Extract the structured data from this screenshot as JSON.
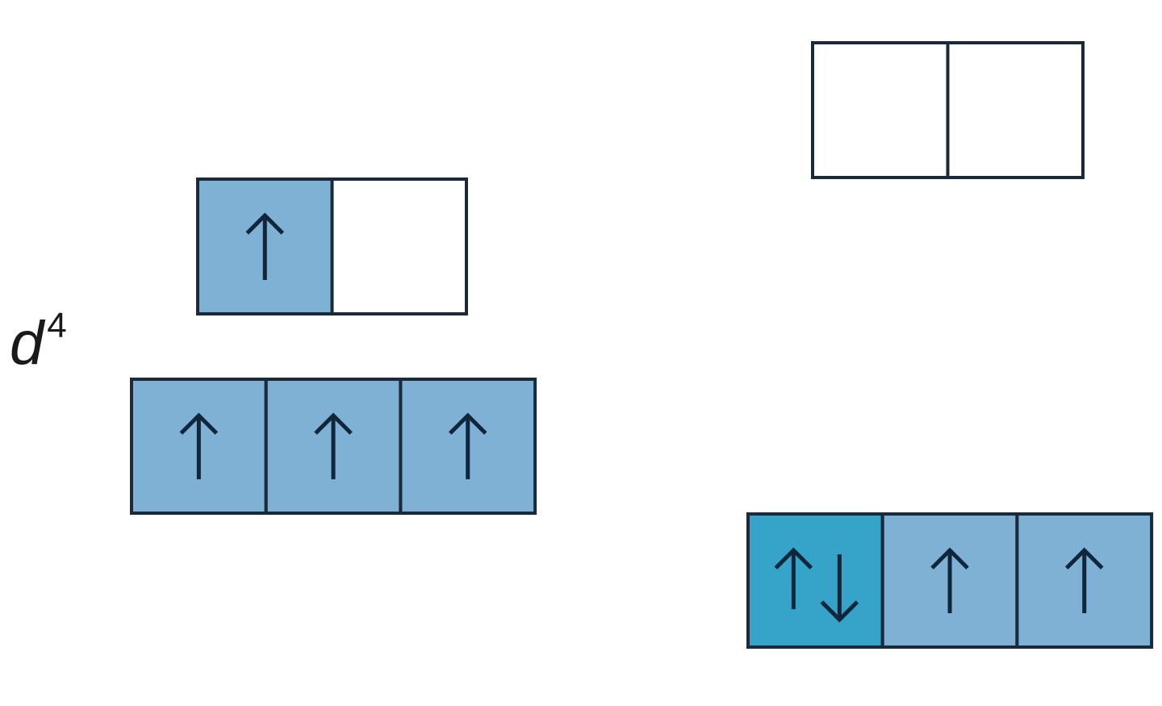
{
  "label": {
    "base": "d",
    "superscript": "4"
  },
  "colors": {
    "singly_occupied": "#7fb1d5",
    "doubly_occupied": "#36a3c9",
    "empty": "#ffffff",
    "border": "#1b2a3a",
    "arrow": "#10263a"
  },
  "groups": [
    {
      "id": "left-upper",
      "orbitals": [
        "up",
        "empty"
      ]
    },
    {
      "id": "left-lower",
      "orbitals": [
        "up",
        "up",
        "up"
      ]
    },
    {
      "id": "right-upper",
      "orbitals": [
        "empty",
        "empty"
      ]
    },
    {
      "id": "right-lower",
      "orbitals": [
        "updown",
        "up",
        "up"
      ]
    }
  ]
}
